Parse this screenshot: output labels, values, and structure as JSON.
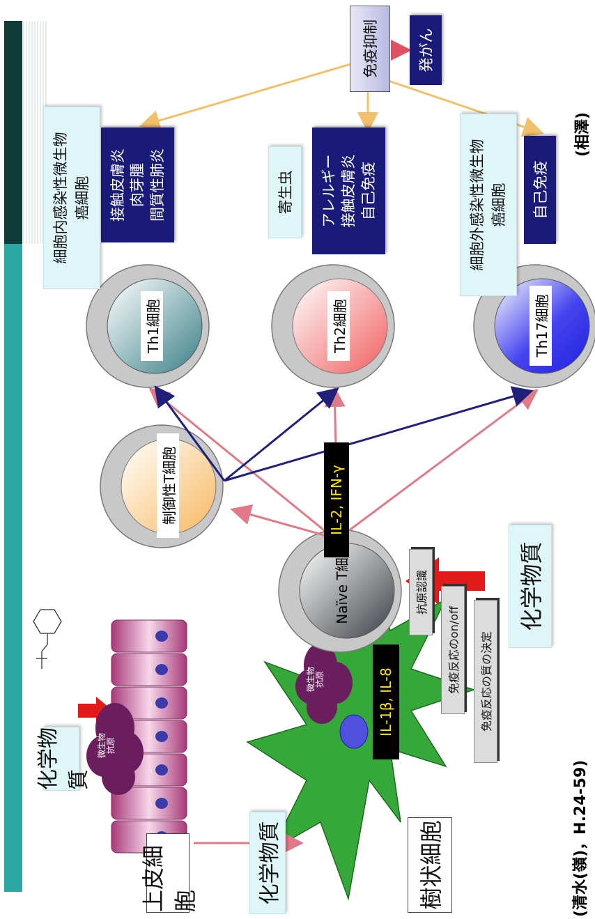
{
  "labels": {
    "epithelial": "上皮細胞",
    "dendritic": "樹状細胞",
    "chem1": "化学物質",
    "chem2": "化学物質",
    "chem3": "化学物質",
    "microbe1": "微生物\n抗原",
    "microbe2": "微生物\n抗原",
    "naive": "Naïve T細胞",
    "treg": "制御性T細胞",
    "th1": "Th1細胞",
    "th2": "Th2細胞",
    "th17": "Th17細胞",
    "il2": "IL-2, IFN-γ",
    "il1": "IL-1β, IL-8",
    "antigen_recognition": "抗原認識",
    "immune_onoff": "免疫反応のon/off",
    "immune_quality": "免疫反応の質の決定",
    "th1_top": "細胞内感染性微生物\n癌細胞",
    "th1_disease": "接触皮膚炎\n肉芽腫\n間質性肺炎",
    "parasite": "寄生虫",
    "th2_disease": "アレルギー\n接触皮膚炎\n自己免疫",
    "th17_top": "細胞外感染性微生物\n癌細胞",
    "autoimmune": "自己免疫",
    "immunosuppression": "免疫抑制",
    "carcinogenesis": "発がん",
    "footer_left": "(清水(嶺)，H.24-59)",
    "footer_right": "(相澤)"
  },
  "colors": {
    "navy": "#1a1a78",
    "cyan_box": "#dff6f8",
    "red_arrow": "#e31a1a",
    "pink_line": "#e07a88",
    "orange_line": "#f2c06a",
    "blue_line": "#20207a",
    "dendritic_green": "#36a83a",
    "membrane_pink": "#c0508f",
    "sidebar_teal": "#2aa7a0"
  }
}
